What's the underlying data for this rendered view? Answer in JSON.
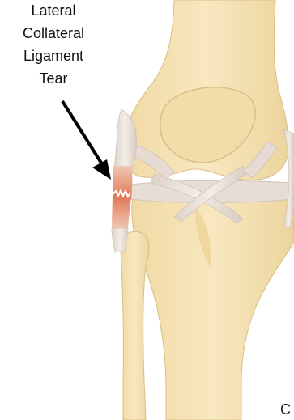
{
  "annotation": {
    "lines": [
      "Lateral",
      "Collateral",
      "Ligament",
      "Tear"
    ]
  },
  "corner_text": "C",
  "icons": {
    "arrow": "arrow-down-right-icon"
  },
  "colors": {
    "bone_fill": "#f5e2b3",
    "bone_shade": "#e9cf95",
    "bone_outline": "#d9be84",
    "ligament": "#ece4dc",
    "ligament_shade": "#cfc3ba",
    "tear": "#e58a6a",
    "arrow": "#000000"
  }
}
